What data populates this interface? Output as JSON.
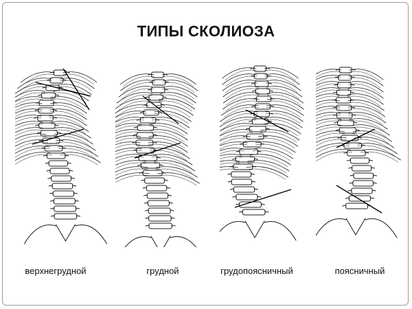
{
  "title": "ТИПЫ СКОЛИОЗА",
  "types": [
    {
      "label": "верхнегрудной"
    },
    {
      "label": "грудной"
    },
    {
      "label": "грудопоясничный"
    },
    {
      "label": "поясничный"
    }
  ],
  "colors": {
    "ink": "#1a1a1a",
    "border": "#9a9a9a"
  }
}
